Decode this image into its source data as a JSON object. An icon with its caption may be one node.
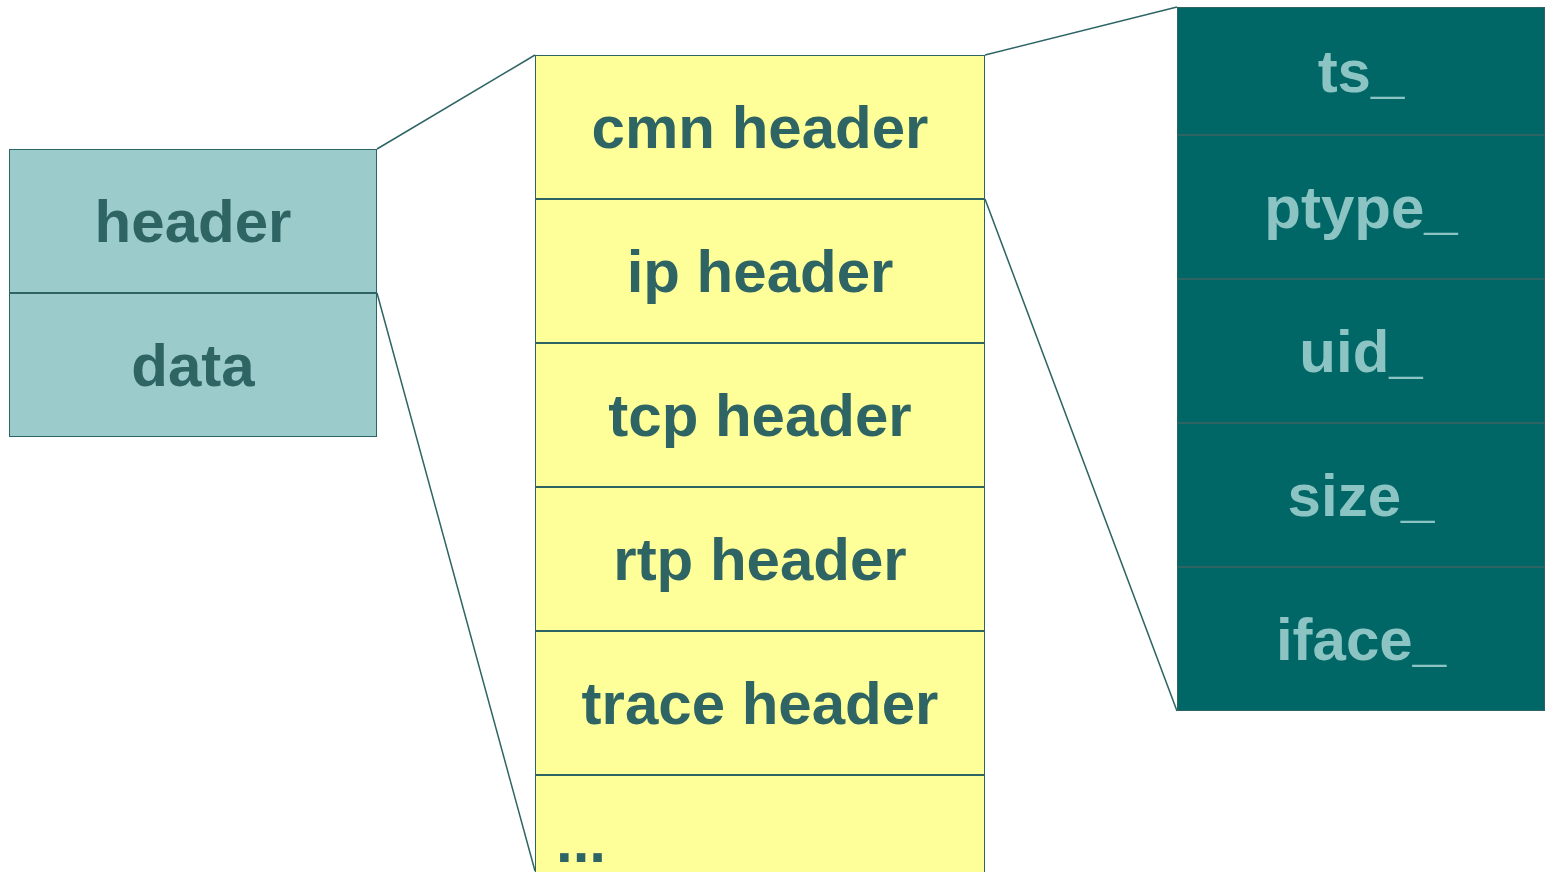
{
  "diagram": {
    "nodes": [
      {
        "text": [
          "header"
        ]
      },
      {
        "text": [
          "data"
        ]
      },
      {
        "text": [
          "cmn header"
        ]
      },
      {
        "text": [
          "ip header"
        ]
      },
      {
        "text": [
          "tcp header"
        ]
      },
      {
        "text": [
          "rtp header"
        ]
      },
      {
        "text": [
          "trace header"
        ]
      },
      {
        "text": [
          "..."
        ]
      },
      {
        "text": [
          "ts_"
        ]
      },
      {
        "text": [
          "ptype_"
        ]
      },
      {
        "text": [
          "uid_"
        ]
      },
      {
        "text": [
          "size_"
        ]
      },
      {
        "text": [
          "iface_"
        ]
      }
    ],
    "edges": [
      {
        "from": 0,
        "to": 2,
        "arrow": "none"
      },
      {
        "from": 0,
        "to": 7,
        "arrow": "none"
      },
      {
        "from": 2,
        "to": 8,
        "arrow": "none"
      },
      {
        "from": 2,
        "to": 12,
        "arrow": "none"
      }
    ]
  }
}
